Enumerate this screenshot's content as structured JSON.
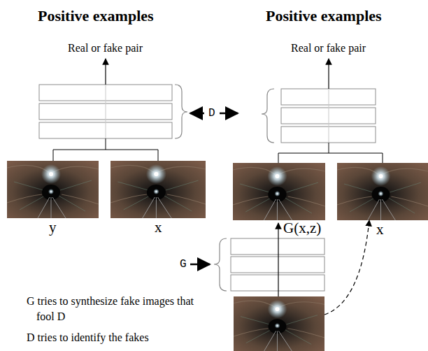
{
  "diagram": {
    "nodes": [
      {
        "text": [
          "y"
        ]
      },
      {
        "text": [
          "x"
        ]
      },
      {
        "text": [
          "G(x,z)"
        ]
      },
      {
        "text": [
          "x"
        ]
      },
      {
        "text": [
          "x"
        ]
      }
    ],
    "edges": [
      {
        "from": 4,
        "to": 3,
        "arrow": "to"
      }
    ],
    "labels": [
      "Positive examples",
      "Positive examples",
      "Real or fake pair",
      "Real or fake pair",
      "D",
      "G",
      "G tries to synthesize fake images that fool D",
      "D tries to identify the fakes"
    ]
  }
}
